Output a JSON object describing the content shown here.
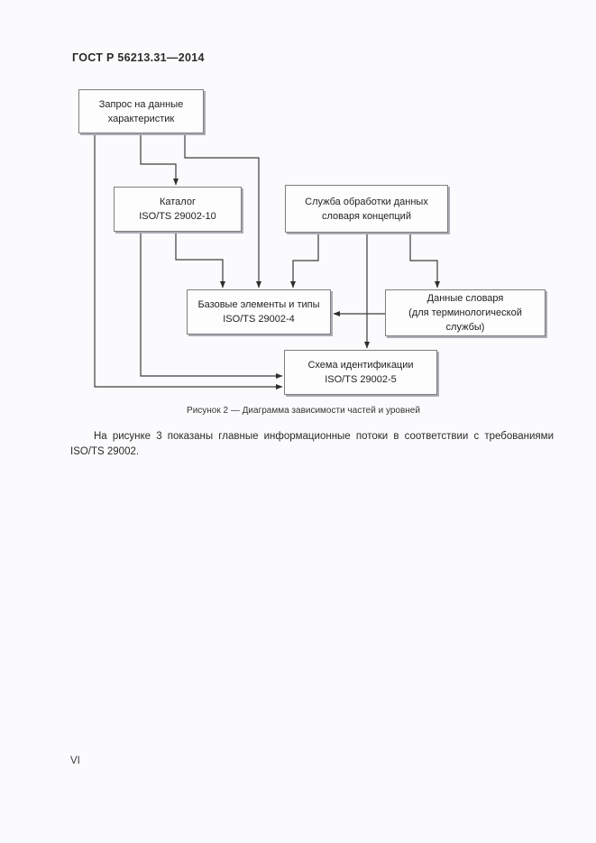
{
  "page": {
    "header_title": "ГОСТ Р 56213.31—2014",
    "page_number": "VI"
  },
  "figure": {
    "caption": "Рисунок 2 — Диаграмма зависимости частей и уровней",
    "nodes": [
      {
        "id": "request",
        "label": "Запрос на данные\nхарактеристик"
      },
      {
        "id": "catalog",
        "label": "Каталог\nISO/TS 29002-10"
      },
      {
        "id": "service",
        "label": "Служба обработки данных\nсловаря концепций"
      },
      {
        "id": "basic",
        "label": "Базовые элементы и типы\nISO/TS 29002-4"
      },
      {
        "id": "dict",
        "label": "Данные словаря\n(для терминологической\nслужбы)"
      },
      {
        "id": "schema",
        "label": "Схема идентификации\nISO/TS 29002-5"
      }
    ],
    "edges": [
      {
        "from": "request",
        "to": "catalog"
      },
      {
        "from": "request",
        "to": "basic"
      },
      {
        "from": "request",
        "to": "schema"
      },
      {
        "from": "catalog",
        "to": "basic"
      },
      {
        "from": "catalog",
        "to": "schema"
      },
      {
        "from": "service",
        "to": "basic"
      },
      {
        "from": "service",
        "to": "schema"
      },
      {
        "from": "service",
        "to": "dict"
      },
      {
        "from": "dict",
        "to": "basic"
      }
    ]
  },
  "paragraph": {
    "line1": "На рисунке 3 показаны главные информационные потоки в соответствии с требованиями",
    "line2": "ISO/TS 29002."
  },
  "colors": {
    "page_background": "#fbfbfd",
    "box_border": "#7f7f7f",
    "connector_line": "#3d3d3d",
    "text": "#2a2a2a"
  }
}
